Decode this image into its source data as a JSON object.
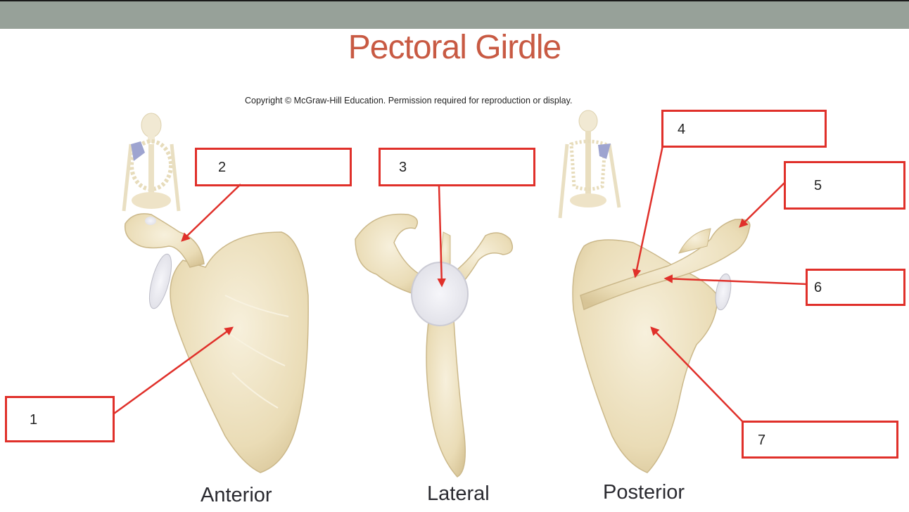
{
  "slide": {
    "title": "Pectoral Girdle",
    "copyright": "Copyright © McGraw-Hill Education. Permission required for reproduction or display.",
    "colors": {
      "header_bar": "#97a199",
      "title": "#c85a43",
      "callout": "#e0302a",
      "bone": "#ecdfbe",
      "cartilage": "#e8e8ee",
      "highlight": "#8e95c8"
    }
  },
  "views": [
    {
      "id": "anterior",
      "label": "Anterior"
    },
    {
      "id": "lateral",
      "label": "Lateral"
    },
    {
      "id": "posterior",
      "label": "Posterior"
    }
  ],
  "callouts": [
    {
      "number": "1",
      "answer": ""
    },
    {
      "number": "2",
      "answer": ""
    },
    {
      "number": "3",
      "answer": ""
    },
    {
      "number": "4",
      "answer": ""
    },
    {
      "number": "5",
      "answer": ""
    },
    {
      "number": "6",
      "answer": ""
    },
    {
      "number": "7",
      "answer": ""
    }
  ]
}
